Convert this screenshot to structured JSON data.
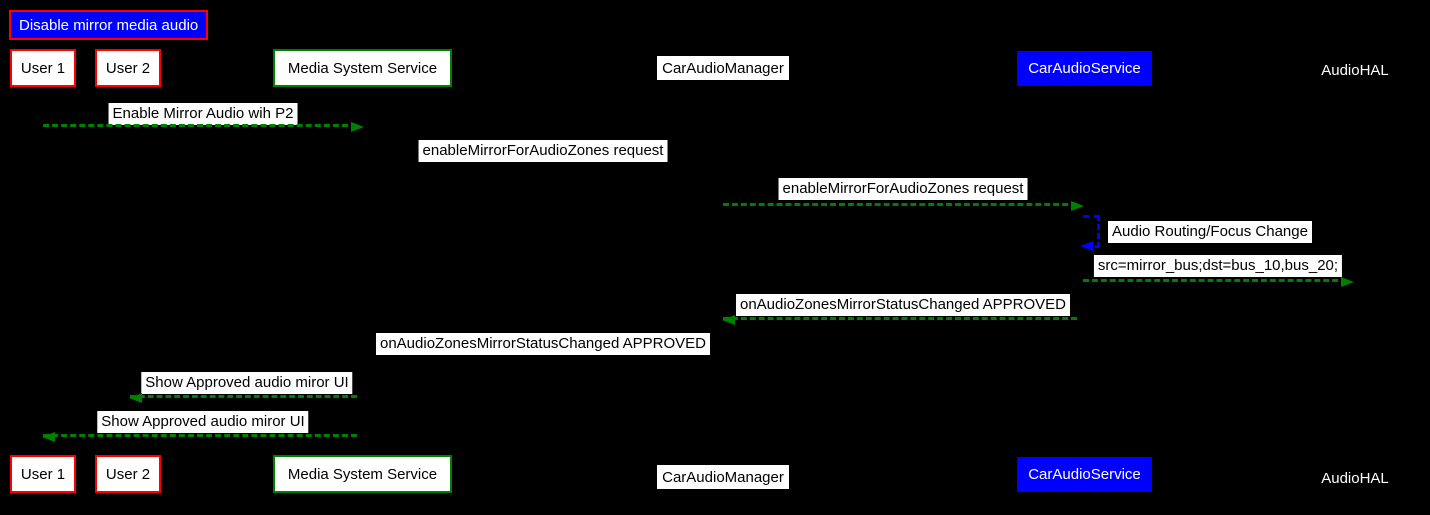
{
  "title_note": "Disable mirror media audio",
  "participants": [
    {
      "name": "User 1",
      "style": "red-border-box"
    },
    {
      "name": "User 2",
      "style": "red-border-box"
    },
    {
      "name": "Media System Service",
      "style": "green-border-box"
    },
    {
      "name": "CarAudioManager",
      "style": "white-label"
    },
    {
      "name": "CarAudioService",
      "style": "blue-box"
    },
    {
      "name": "AudioHAL",
      "style": "plain-text"
    }
  ],
  "messages": [
    {
      "label": "Enable Mirror Audio wih P2",
      "from": "User 1",
      "to": "Media System Service",
      "direction": "right",
      "arrow_color": "#008000"
    },
    {
      "label": "enableMirrorForAudioZones request",
      "from": "Media System Service",
      "to": "CarAudioManager",
      "direction": "right",
      "arrow_color": "#000000"
    },
    {
      "label": "enableMirrorForAudioZones request",
      "from": "CarAudioManager",
      "to": "CarAudioService",
      "direction": "right",
      "arrow_color": "#008000"
    },
    {
      "label": "Audio Routing/Focus Change",
      "from": "CarAudioService",
      "to": "CarAudioService",
      "direction": "self",
      "arrow_color": "#0000FF"
    },
    {
      "label": "src=mirror_bus;dst=bus_10,bus_20;",
      "from": "CarAudioService",
      "to": "AudioHAL",
      "direction": "right",
      "arrow_color": "#008000"
    },
    {
      "label": "onAudioZonesMirrorStatusChanged APPROVED",
      "from": "CarAudioService",
      "to": "CarAudioManager",
      "direction": "left",
      "arrow_color": "#008000"
    },
    {
      "label": "onAudioZonesMirrorStatusChanged APPROVED",
      "from": "CarAudioManager",
      "to": "Media System Service",
      "direction": "left",
      "arrow_color": "#000000"
    },
    {
      "label": "Show Approved audio miror UI",
      "from": "Media System Service",
      "to": "User 2",
      "direction": "left",
      "arrow_color": "#008000"
    },
    {
      "label": "Show Approved audio miror UI",
      "from": "Media System Service",
      "to": "User 1",
      "direction": "left",
      "arrow_color": "#008000"
    }
  ],
  "colors": {
    "background": "#000000",
    "arrow_green": "#008000",
    "arrow_blue": "#0000FF",
    "hidden_arrow_black": "#000000",
    "note_bg": "#0000FF",
    "note_border": "#FF0000",
    "red_participant_border": "#FF0000",
    "green_participant_border": "#008000",
    "blue_participant_bg": "#0000FF",
    "label_bg": "#FFFFFF"
  }
}
